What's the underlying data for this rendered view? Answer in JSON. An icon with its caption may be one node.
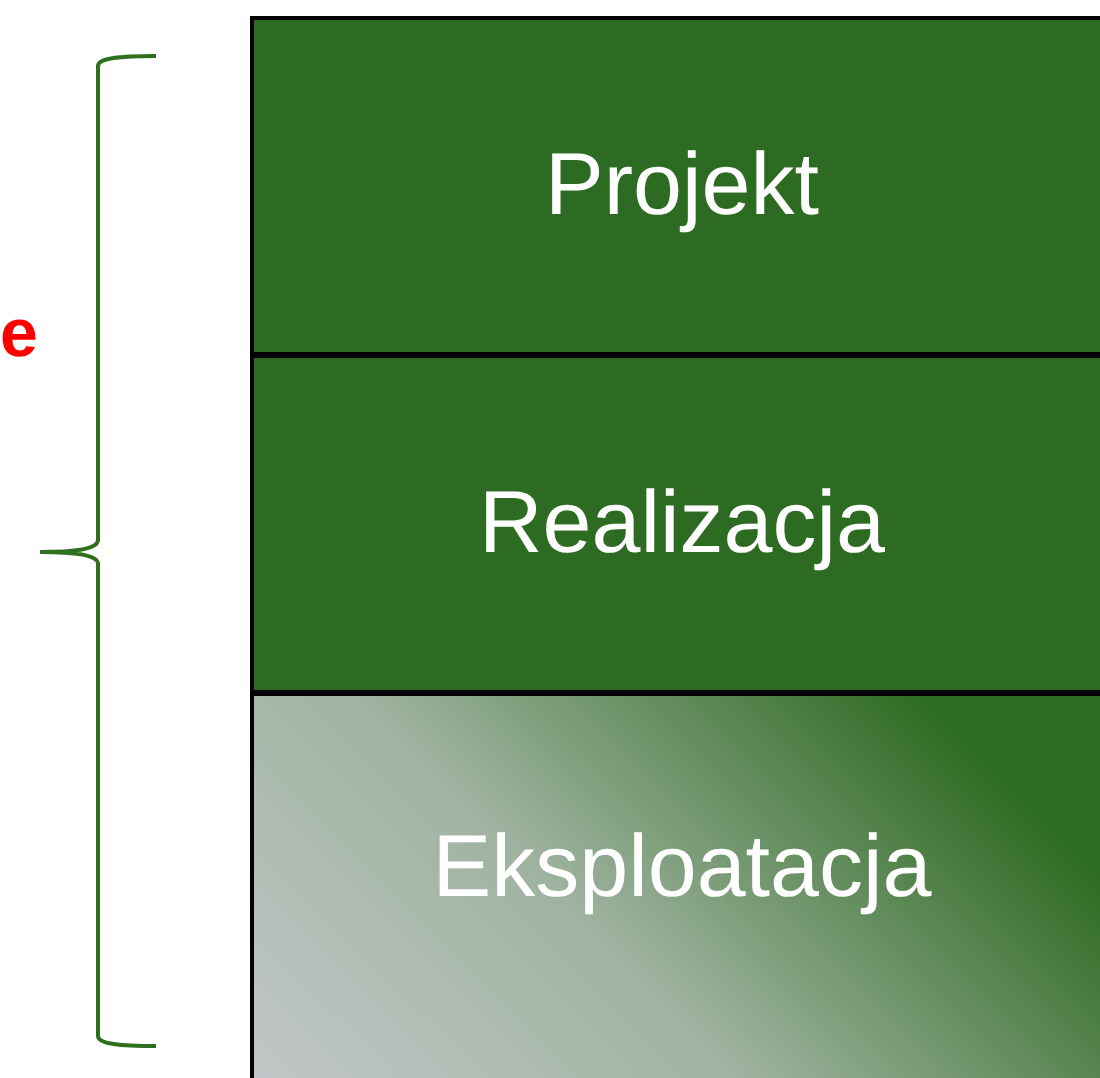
{
  "diagram": {
    "nodes": [
      {
        "text": [
          "Projekt"
        ]
      },
      {
        "text": [
          "Realizacja"
        ]
      },
      {
        "text": [
          "Eksploatacja"
        ]
      }
    ],
    "labels": [
      "e"
    ]
  }
}
